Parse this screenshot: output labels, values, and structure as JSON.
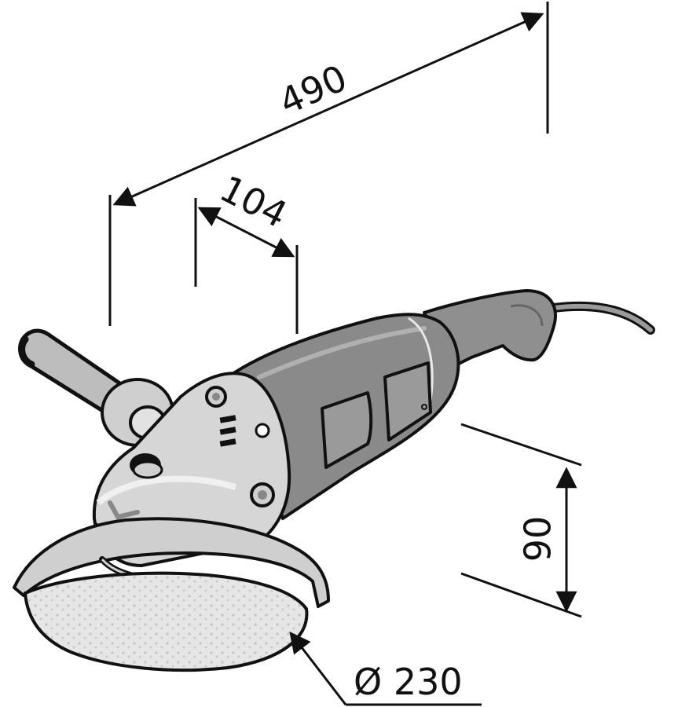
{
  "diagram": {
    "subject": "angle grinder",
    "dimensions": {
      "overall_length": {
        "value": "490",
        "label": "490"
      },
      "head_width": {
        "value": "104",
        "label": "104"
      },
      "body_height": {
        "value": "90",
        "label": "90"
      },
      "disc_diameter": {
        "symbol": "Ø",
        "value": "230",
        "label": "Ø 230"
      }
    },
    "colors": {
      "line": "#111111",
      "body": "#8a8a8a",
      "body_light": "#b5b5b5",
      "head": "#d6d6d6",
      "disc": "#e4e4e4",
      "background": "#ffffff"
    }
  }
}
